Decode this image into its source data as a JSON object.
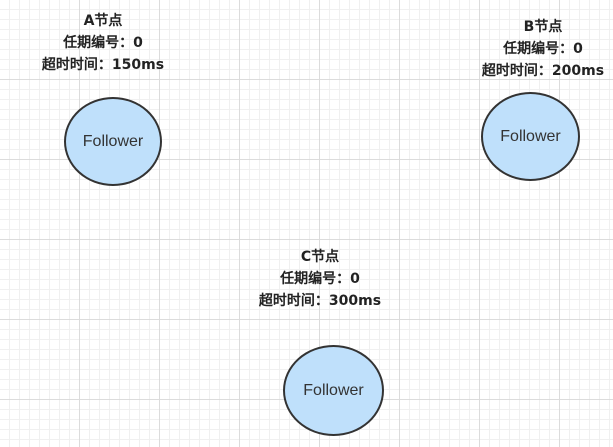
{
  "nodes": [
    {
      "name_line": "A节点",
      "term_line": "任期编号：0",
      "timeout_line": "超时时间：150ms",
      "role": "Follower"
    },
    {
      "name_line": "B节点",
      "term_line": "任期编号：0",
      "timeout_line": "超时时间：200ms",
      "role": "Follower"
    },
    {
      "name_line": "C节点",
      "term_line": "任期编号：0",
      "timeout_line": "超时时间：300ms",
      "role": "Follower"
    }
  ],
  "colors": {
    "node_fill": "#bfe0fb",
    "node_stroke": "#333333",
    "text": "#222222",
    "grid_major": "#dcdcdc",
    "grid_minor": "#f0f0f0"
  }
}
